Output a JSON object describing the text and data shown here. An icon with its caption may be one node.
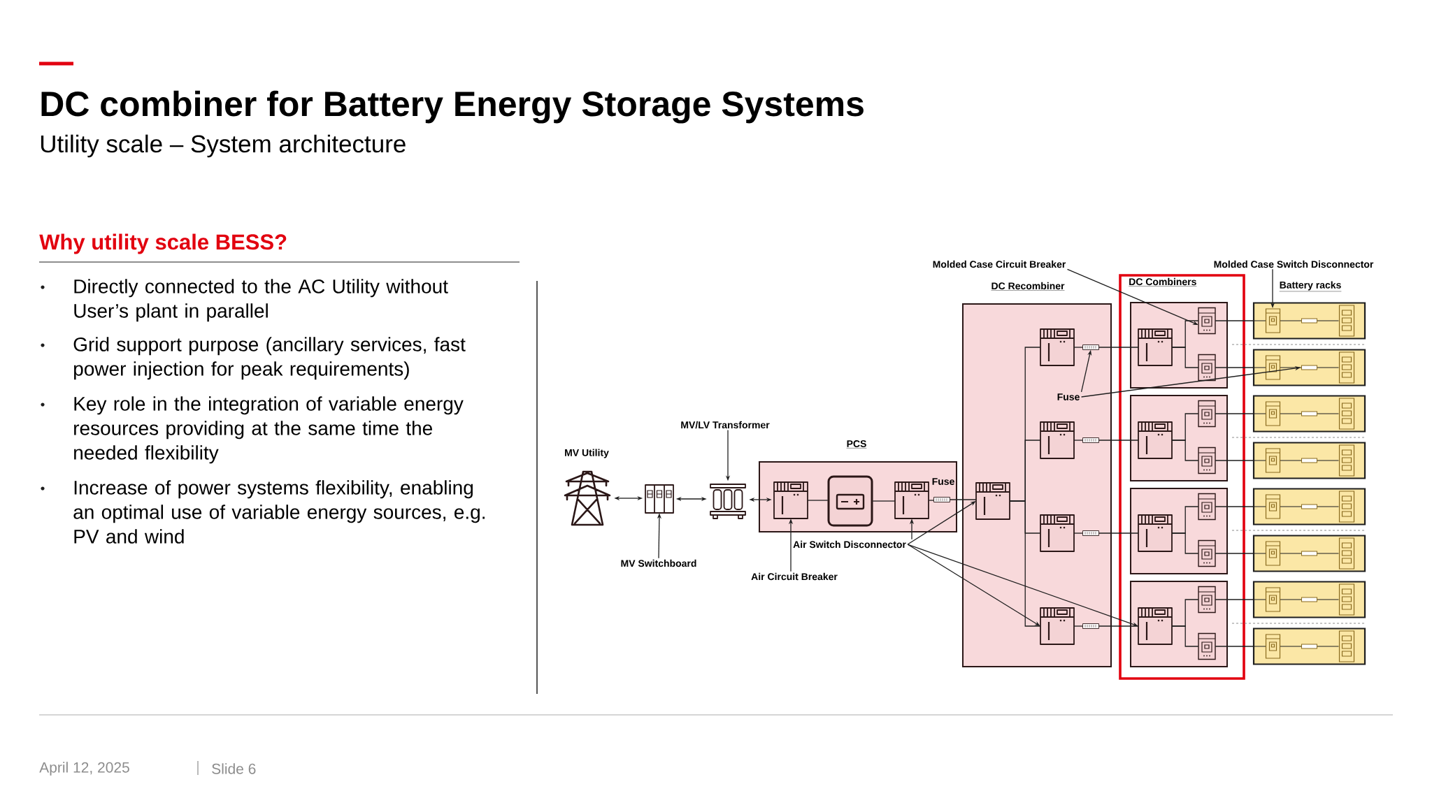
{
  "diagram": {
    "title": "DC combiner for Battery Energy Storage Systems",
    "nodes": [
      {
        "text": [
          "MV Utility"
        ]
      },
      {
        "text": [],
        "shape": "cabinet"
      },
      {
        "text": [],
        "shape": "transformer"
      },
      {
        "text": [
          "PCS"
        ]
      },
      {
        "text": [],
        "shape": "breaker",
        "in": 3
      },
      {
        "text": [],
        "shape": "inverter",
        "in": 3
      },
      {
        "text": [],
        "shape": "breaker",
        "in": 3
      },
      {
        "text": [],
        "shape": "fuse",
        "in": 3
      },
      {
        "text": [
          "DC Recombiner"
        ]
      },
      {
        "text": [],
        "shape": "breaker",
        "in": 8
      },
      {
        "text": [],
        "shape": "breaker",
        "in": 8
      },
      {
        "text": [],
        "shape": "breaker",
        "in": 8
      },
      {
        "text": [],
        "shape": "breaker",
        "in": 8
      },
      {
        "text": [],
        "shape": "breaker",
        "in": 8
      },
      {
        "text": [],
        "shape": "fuse",
        "in": 8
      },
      {
        "text": [],
        "shape": "fuse",
        "in": 8
      },
      {
        "text": [],
        "shape": "fuse",
        "in": 8
      },
      {
        "text": [],
        "shape": "fuse",
        "in": 8
      },
      {
        "text": [
          "DC Combiners"
        ]
      },
      {
        "text": [],
        "shape": "box",
        "in": 18
      },
      {
        "text": [],
        "shape": "box",
        "in": 18
      },
      {
        "text": [],
        "shape": "box",
        "in": 18
      },
      {
        "text": [],
        "shape": "box",
        "in": 18
      },
      {
        "text": [],
        "shape": "breaker",
        "in": 19
      },
      {
        "text": [],
        "shape": "switch",
        "in": 19
      },
      {
        "text": [],
        "shape": "switch",
        "in": 19
      },
      {
        "text": [],
        "shape": "breaker",
        "in": 20
      },
      {
        "text": [],
        "shape": "switch",
        "in": 20
      },
      {
        "text": [],
        "shape": "switch",
        "in": 20
      },
      {
        "text": [],
        "shape": "breaker",
        "in": 21
      },
      {
        "text": [],
        "shape": "switch",
        "in": 21
      },
      {
        "text": [],
        "shape": "switch",
        "in": 21
      },
      {
        "text": [],
        "shape": "breaker",
        "in": 22
      },
      {
        "text": [],
        "shape": "switch",
        "in": 22
      },
      {
        "text": [],
        "shape": "switch",
        "in": 22
      },
      {
        "text": [],
        "shape": "rack"
      },
      {
        "text": [],
        "shape": "rack"
      },
      {
        "text": [],
        "shape": "rack"
      },
      {
        "text": [],
        "shape": "rack"
      },
      {
        "text": [],
        "shape": "rack"
      },
      {
        "text": [],
        "shape": "rack"
      },
      {
        "text": [],
        "shape": "rack"
      },
      {
        "text": [],
        "shape": "rack"
      },
      {
        "text": [
          "MV/LV Transformer"
        ]
      },
      {
        "text": [
          "MV Switchboard"
        ]
      },
      {
        "text": [
          "Air Circuit Breaker"
        ]
      },
      {
        "text": [
          "Air Switch Disconnector"
        ]
      },
      {
        "text": [
          "Molded Case Circuit Breaker"
        ]
      },
      {
        "text": [
          "Molded Case Switch Disconnector"
        ]
      },
      {
        "text": [
          "Fuse"
        ],
        "in": 8
      }
    ],
    "edges": [
      {
        "from": 0,
        "to": 1,
        "arrow": "both"
      },
      {
        "from": 1,
        "to": 2,
        "arrow": "both"
      },
      {
        "from": 2,
        "to": 4,
        "arrow": "both"
      },
      {
        "from": 4,
        "to": 5,
        "arrow": "none"
      },
      {
        "from": 5,
        "to": 6,
        "arrow": "none"
      },
      {
        "from": 6,
        "to": 7,
        "arrow": "none"
      },
      {
        "from": 7,
        "to": 9,
        "arrow": "none"
      },
      {
        "from": 9,
        "to": 10,
        "arrow": "none"
      },
      {
        "from": 9,
        "to": 11,
        "arrow": "none"
      },
      {
        "from": 9,
        "to": 12,
        "arrow": "none"
      },
      {
        "from": 9,
        "to": 13,
        "arrow": "none"
      },
      {
        "from": 10,
        "to": 14,
        "arrow": "none"
      },
      {
        "from": 11,
        "to": 15,
        "arrow": "none"
      },
      {
        "from": 12,
        "to": 16,
        "arrow": "none"
      },
      {
        "from": 13,
        "to": 17,
        "arrow": "none"
      },
      {
        "from": 14,
        "to": 23,
        "arrow": "none"
      },
      {
        "from": 15,
        "to": 26,
        "arrow": "none"
      },
      {
        "from": 16,
        "to": 29,
        "arrow": "none"
      },
      {
        "from": 17,
        "to": 32,
        "arrow": "none"
      },
      {
        "from": 23,
        "to": 24,
        "arrow": "none"
      },
      {
        "from": 23,
        "to": 25,
        "arrow": "none"
      },
      {
        "from": 26,
        "to": 27,
        "arrow": "none"
      },
      {
        "from": 26,
        "to": 28,
        "arrow": "none"
      },
      {
        "from": 29,
        "to": 30,
        "arrow": "none"
      },
      {
        "from": 29,
        "to": 31,
        "arrow": "none"
      },
      {
        "from": 32,
        "to": 33,
        "arrow": "none"
      },
      {
        "from": 32,
        "to": 34,
        "arrow": "none"
      },
      {
        "from": 24,
        "to": 35,
        "arrow": "none"
      },
      {
        "from": 25,
        "to": 36,
        "arrow": "none"
      },
      {
        "from": 27,
        "to": 37,
        "arrow": "none"
      },
      {
        "from": 28,
        "to": 38,
        "arrow": "none"
      },
      {
        "from": 30,
        "to": 39,
        "arrow": "none"
      },
      {
        "from": 31,
        "to": 40,
        "arrow": "none"
      },
      {
        "from": 33,
        "to": 41,
        "arrow": "none"
      },
      {
        "from": 34,
        "to": 42,
        "arrow": "none"
      },
      {
        "from": 43,
        "to": 2,
        "arrow": "to"
      },
      {
        "from": 44,
        "to": 1,
        "arrow": "to"
      },
      {
        "from": 45,
        "to": 4,
        "arrow": "to"
      },
      {
        "from": 46,
        "to": 6,
        "arrow": "to"
      },
      {
        "from": 46,
        "to": 9,
        "arrow": "to"
      },
      {
        "from": 46,
        "to": 13,
        "arrow": "to"
      },
      {
        "from": 46,
        "to": 32,
        "arrow": "to"
      },
      {
        "from": 47,
        "to": 24,
        "arrow": "to"
      },
      {
        "from": 48,
        "to": 35,
        "arrow": "to"
      },
      {
        "from": 49,
        "to": 14,
        "arrow": "to"
      },
      {
        "from": 49,
        "to": 36,
        "arrow": "to"
      }
    ],
    "labels": [
      "Utility scale – System architecture",
      "Why utility scale BESS?",
      "Directly connected to the AC Utility without User’s plant in parallel",
      "Grid support purpose (ancillary services, fast power injection for peak requirements)",
      "Key role in the integration of variable energy resources providing at the same time the needed flexibility",
      "Increase of power systems flexibility, enabling an optimal use of variable energy sources, e.g. PV and wind",
      "Fuse",
      "Battery racks",
      "April 12, 2025",
      "Slide 6"
    ]
  }
}
